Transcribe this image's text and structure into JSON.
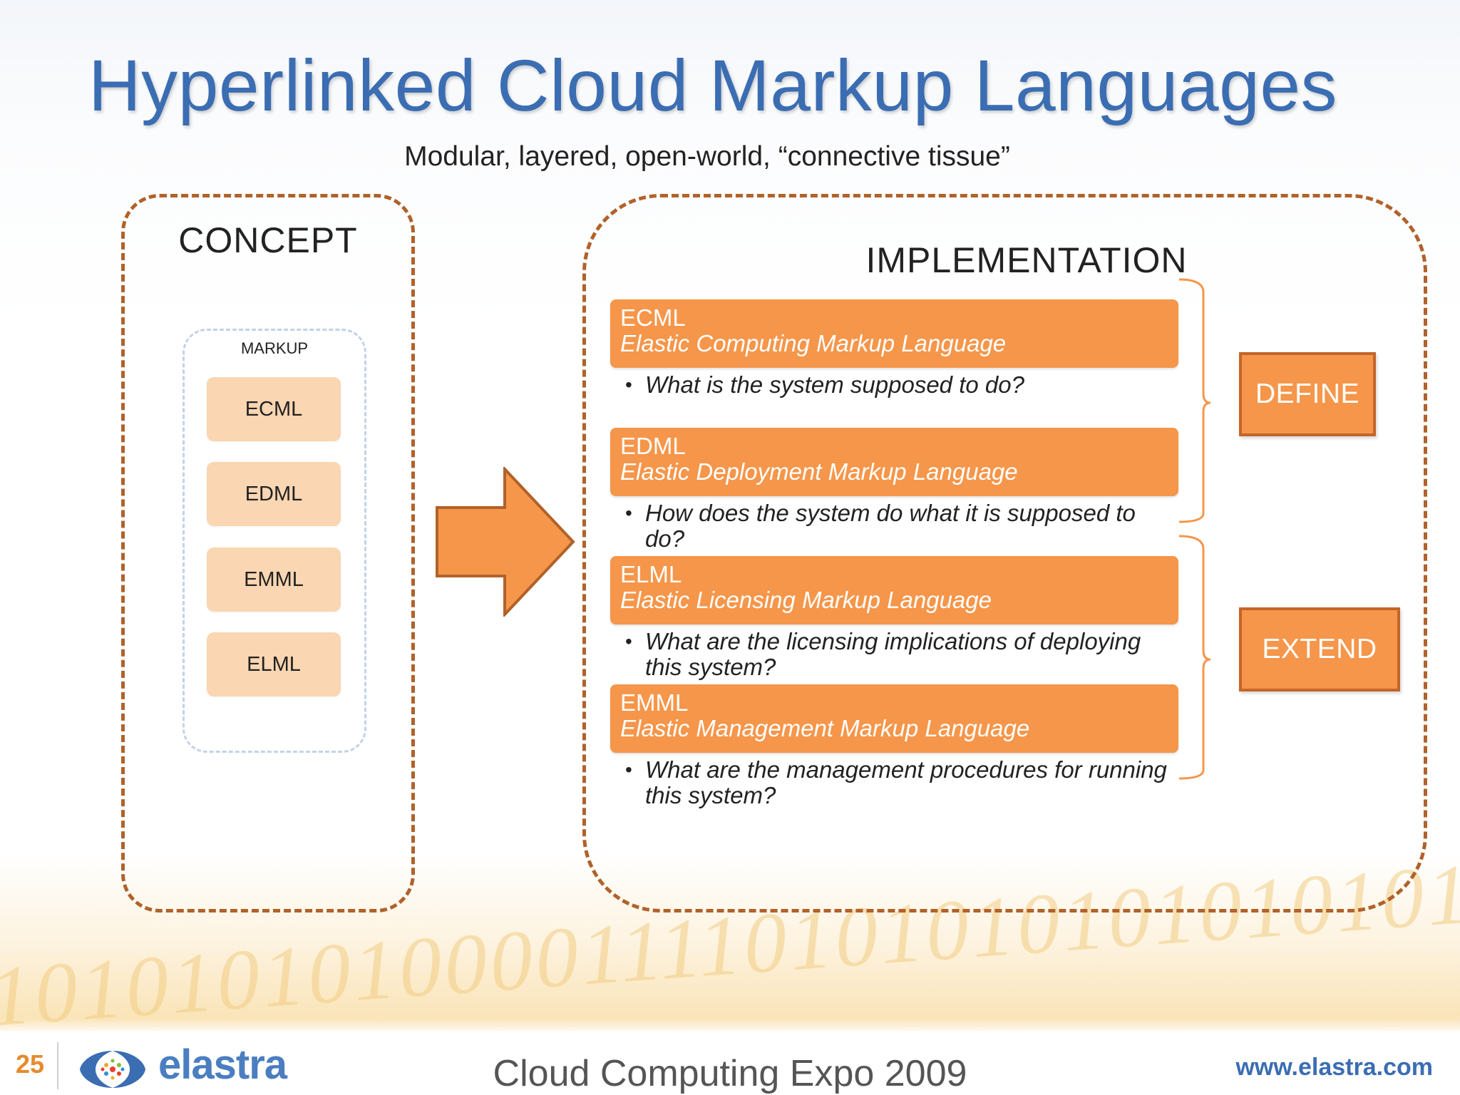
{
  "slide": {
    "title": "Hyperlinked Cloud Markup Languages",
    "subtitle": "Modular, layered, open-world, “connective tissue”"
  },
  "concept": {
    "heading": "CONCEPT",
    "markup_label": "MARKUP",
    "items": [
      "ECML",
      "EDML",
      "EMML",
      "ELML"
    ]
  },
  "implementation": {
    "heading": "IMPLEMENTATION",
    "languages": [
      {
        "abbr": "ECML",
        "full": "Elastic Computing Markup Language",
        "question": "What is the system supposed to do?"
      },
      {
        "abbr": "EDML",
        "full": "Elastic Deployment Markup Language",
        "question": "How does the system do what it is supposed to do?"
      },
      {
        "abbr": "ELML",
        "full": "Elastic Licensing Markup Language",
        "question": "What are the licensing implications of deploying this system?"
      },
      {
        "abbr": "EMML",
        "full": "Elastic Management Markup Language",
        "question": "What are the management procedures for running this system?"
      }
    ],
    "groups": [
      "DEFINE",
      "EXTEND"
    ]
  },
  "watermark": "1010101010000111101010101010101010",
  "footer": {
    "page_number": "25",
    "logo_text": "elastra",
    "center_text": "Cloud Computing Expo 2009",
    "url": "www.elastra.com"
  },
  "colors": {
    "title_blue": "#3b6db2",
    "accent_orange": "#f5964a",
    "dashed_border": "#b0622a",
    "concept_item": "#fbd6b2"
  }
}
